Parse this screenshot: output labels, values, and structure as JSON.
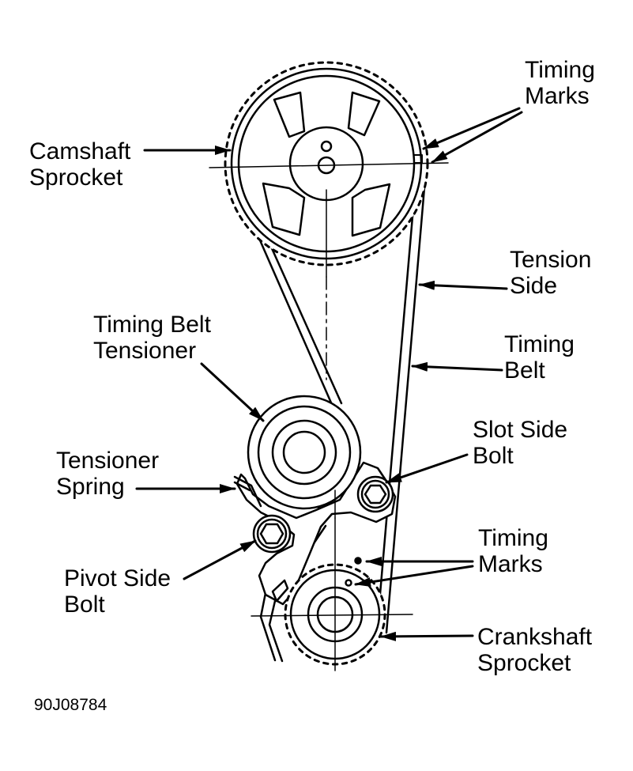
{
  "labels": {
    "camshaft_sprocket": [
      "Camshaft",
      "Sprocket"
    ],
    "timing_marks_top": [
      "Timing",
      "Marks"
    ],
    "tension_side": [
      "Tension",
      "Side"
    ],
    "timing_belt_tensioner": [
      "Timing Belt",
      "Tensioner"
    ],
    "timing_belt": [
      "Timing",
      "Belt"
    ],
    "slot_side_bolt": [
      "Slot Side",
      "Bolt"
    ],
    "tensioner_spring": [
      "Tensioner",
      "Spring"
    ],
    "timing_marks_bottom": [
      "Timing",
      "Marks"
    ],
    "pivot_side_bolt": [
      "Pivot Side",
      "Bolt"
    ],
    "crankshaft_sprocket": [
      "Crankshaft",
      "Sprocket"
    ]
  },
  "figure_code": "90J08784",
  "colors": {
    "ink": "#000000",
    "background": "#ffffff"
  }
}
